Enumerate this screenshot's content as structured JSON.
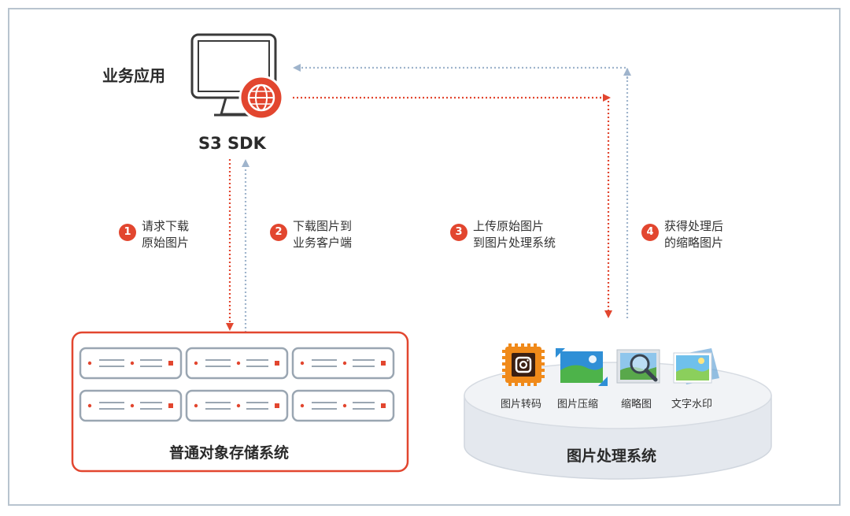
{
  "app_label": "业务应用",
  "sdk_label": "S3 SDK",
  "storage_label": "普通对象存储系统",
  "processing_label": "图片处理系统",
  "steps": [
    {
      "number": "1",
      "line1": "请求下载",
      "line2": "原始图片"
    },
    {
      "number": "2",
      "line1": "下载图片到",
      "line2": "业务客户端"
    },
    {
      "number": "3",
      "line1": "上传原始图片",
      "line2": "到图片处理系统"
    },
    {
      "number": "4",
      "line1": "获得处理后",
      "line2": "的缩略图片"
    }
  ],
  "tools": [
    {
      "label": "图片转码",
      "icon": "transcode-icon"
    },
    {
      "label": "图片压缩",
      "icon": "compress-icon"
    },
    {
      "label": "缩略图",
      "icon": "thumbnail-magnifier-icon"
    },
    {
      "label": "文字水印",
      "icon": "watermark-icon"
    }
  ],
  "colors": {
    "accent_red": "#e2462f",
    "dotted_blue": "#9fb4cc",
    "frame": "#b8c4cf",
    "server_stroke": "#9aa6b2"
  }
}
